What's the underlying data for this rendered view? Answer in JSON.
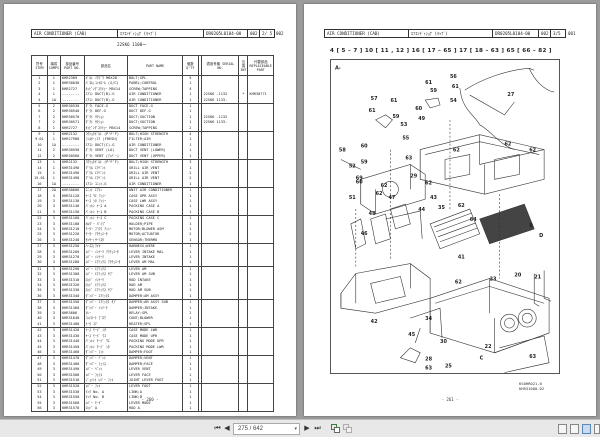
{
  "left_page": {
    "header": {
      "group_name": "AIR CONDITIONER (CAB)",
      "group_name_jp": "ｴｱｺﾝﾃﾞｨｼｮﾅ (ｷｬﾌﾞ)",
      "ref_code": "DR0205L0104-00",
      "sheet": "002",
      "page_of": "2/ 5",
      "extra": "002"
    },
    "serial_note": "22SK6 1100～",
    "columns": [
      "符号 ITEM",
      "構成 COMPS",
      "部品番号 PART NO.",
      "部品名",
      "PART NAME",
      "個数 Q'TY",
      "",
      "適用号機 SERIAL NO.",
      "互換 INT",
      "代替部品 REPLACEABLE PART"
    ],
    "rows": [
      {
        "item": "1",
        "comp": "1",
        "part_no": "KHR2309",
        "jp": "ﾎﾞﾙﾄ ｿｳｺﾞｳ M6X20",
        "name": "BOLT;SPL",
        "qty": "5",
        "serial": "",
        "mark": "",
        "repl": "",
        "sep": false
      },
      {
        "item": "2",
        "comp": "1",
        "part_no": "KHR30030",
        "jp": "ﾊﾟﾈﾙ;ｺﾝﾄﾛｰﾙ (S/C)",
        "name": "PANEL;CONTROL",
        "qty": "1",
        "serial": "",
        "mark": "",
        "repl": "",
        "sep": false
      },
      {
        "item": "3",
        "comp": "1",
        "part_no": "KHR2727",
        "jp": "ﾀｯﾋﾟﾝｸﾞｽｸﾘｭｰ M5X14",
        "name": "SCREW;TAPPING",
        "qty": "4",
        "serial": "",
        "mark": "",
        "repl": "",
        "sep": false
      },
      {
        "item": "4",
        "comp": "1",
        "part_no": "--------",
        "jp": "ｴｱｺﾝ DUCT(B)-G",
        "name": "AIR CONDITIONER",
        "qty": "1",
        "serial": "22SK6    -1132",
        "mark": "*",
        "repl": "KHR30771",
        "sep": false
      },
      {
        "item": "4",
        "comp": "1A",
        "part_no": "--------",
        "jp": "ｴｱｺﾝ DUCT(B)-G",
        "name": "AIR CONDITIONER",
        "qty": "1",
        "serial": "22SK6 1133-",
        "mark": "",
        "repl": "",
        "sep": false
      },
      {
        "item": "5",
        "comp": "2",
        "part_no": "KHR30530",
        "jp": "ﾀﾞｸﾄ FACE-G",
        "name": "DUCT FACE-G",
        "qty": "1",
        "serial": "",
        "mark": "",
        "repl": "",
        "sep": true
      },
      {
        "item": "6",
        "comp": "2",
        "part_no": "KHR30540",
        "jp": "ﾀﾞｸﾄ DEF-G",
        "name": "DUCT DEF-G",
        "qty": "1",
        "serial": "",
        "mark": "",
        "repl": "",
        "sep": false
      },
      {
        "item": "7",
        "comp": "2",
        "part_no": "KHR30570",
        "jp": "ﾀﾞｸﾄ ｻｸｼｮﾝ",
        "name": "DUCT;SUCTION",
        "qty": "1",
        "serial": "22SK6    -1132",
        "mark": "",
        "repl": "",
        "sep": false
      },
      {
        "item": "7",
        "comp": "2",
        "part_no": "KHR30571",
        "jp": "ﾀﾞｸﾄ ｻｸｼｮﾝ",
        "name": "DUCT;SUCTION",
        "qty": "1",
        "serial": "22SK6 1133-",
        "mark": "",
        "repl": "",
        "sep": false
      },
      {
        "item": "8",
        "comp": "1",
        "part_no": "KHR2727",
        "jp": "ﾀｯﾋﾟﾝｸﾞｽｸﾘｭｰ M5X14",
        "name": "SCREW;TAPPING",
        "qty": "2",
        "serial": "",
        "mark": "",
        "repl": "",
        "sep": false
      },
      {
        "item": "9",
        "comp": "1",
        "part_no": "KHR2132",
        "jp": "ｺｳﾘｮｸﾎﾞﾙﾄ (P'F'F)",
        "name": "BOLT;HIGH STRENGTH",
        "qty": "4",
        "serial": "",
        "mark": "",
        "repl": "",
        "sep": true
      },
      {
        "item": "9.01",
        "comp": "1",
        "part_no": "KHR27980",
        "jp": "ﾌｨﾙﾀｰ;ｴｱ (FRESH)",
        "name": "FILTER;AIR",
        "qty": "1",
        "serial": "",
        "mark": "",
        "repl": "",
        "sep": false
      },
      {
        "item": "10",
        "comp": "1A",
        "part_no": "--------",
        "jp": "ｴｱｺﾝ DUCT(C)-G",
        "name": "AIR CONDITIONER",
        "qty": "1",
        "serial": "",
        "mark": "",
        "repl": "",
        "sep": false
      },
      {
        "item": "11",
        "comp": "2",
        "part_no": "KHR30550",
        "jp": "ﾀﾞｸﾄ VENT (LO)",
        "name": "DUCT VENT (LOWER)",
        "qty": "1",
        "serial": "",
        "mark": "",
        "repl": "",
        "sep": false
      },
      {
        "item": "12",
        "comp": "2",
        "part_no": "KHR30560",
        "jp": "ﾀﾞｸﾄ VENT (ｱｯﾊﾟｰ)",
        "name": "DUCT VENT (UPPER)",
        "qty": "1",
        "serial": "",
        "mark": "",
        "repl": "",
        "sep": false
      },
      {
        "item": "13",
        "comp": "1",
        "part_no": "KHR2132",
        "jp": "ｺｳﾘｮｸﾎﾞﾙﾄ (P'F'F)",
        "name": "BOLT;HIGH STRENGTH",
        "qty": "3",
        "serial": "",
        "mark": "",
        "repl": "",
        "sep": true
      },
      {
        "item": "14",
        "comp": "1",
        "part_no": "KHR31490",
        "jp": "ｸﾞﾘﾙ ｴｱﾍﾞﾝﾄ",
        "name": "GRILL AIR VENT",
        "qty": "1",
        "serial": "",
        "mark": "",
        "repl": "",
        "sep": false
      },
      {
        "item": "15",
        "comp": "1",
        "part_no": "KHR31490",
        "jp": "ｸﾞﾘﾙ ｴｱﾍﾞﾝﾄ",
        "name": "GRILL AIR VENT",
        "qty": "2",
        "serial": "",
        "mark": "",
        "repl": "",
        "sep": false
      },
      {
        "item": "15.01",
        "comp": "1",
        "part_no": "KHR31490",
        "jp": "ｸﾞﾘﾙ ｴｱﾍﾞﾝﾄ",
        "name": "GRILL AIR VENT",
        "qty": "2",
        "serial": "",
        "mark": "",
        "repl": "",
        "sep": false
      },
      {
        "item": "16",
        "comp": "1A",
        "part_no": "--------",
        "jp": "ｴｱｺﾝ ﾕﾆｯﾄ-G",
        "name": "AIR CONDITIONER",
        "qty": "1",
        "serial": "",
        "mark": "",
        "repl": "",
        "sep": false
      },
      {
        "item": "17",
        "comp": "2A",
        "part_no": "KHR30600",
        "jp": "ﾕﾆｯﾄ ｴｱｺﾝ",
        "name": "UNIT AIR CONDITIONER",
        "qty": "1",
        "serial": "",
        "mark": "",
        "repl": "",
        "sep": true
      },
      {
        "item": "18",
        "comp": "3",
        "part_no": "KHR31120",
        "jp": "ｹｰｽ ｳｴ ｱｯｼｰ",
        "name": "CASE UPR ASSY",
        "qty": "1",
        "serial": "",
        "mark": "",
        "repl": "",
        "sep": false
      },
      {
        "item": "19",
        "comp": "3",
        "part_no": "KHR31130",
        "jp": "ｹｰｽ ｼﾀ ｱｯｼｰ",
        "name": "CASE LWR ASSY",
        "qty": "1",
        "serial": "",
        "mark": "",
        "repl": "",
        "sep": false
      },
      {
        "item": "20",
        "comp": "3",
        "part_no": "KHR31140",
        "jp": "ﾊﾟｯｷﾝ ｹｰｽ A",
        "name": "PACKING CASE A",
        "qty": "1",
        "serial": "",
        "mark": "",
        "repl": "",
        "sep": false
      },
      {
        "item": "21",
        "comp": "3",
        "part_no": "KHR31150",
        "jp": "ﾊﾟｯｷﾝ ｹｰｽ B",
        "name": "PACKING CASE B",
        "qty": "1",
        "serial": "",
        "mark": "",
        "repl": "",
        "sep": false
      },
      {
        "item": "22",
        "comp": "3",
        "part_no": "KHR31160",
        "jp": "ﾊﾟｯｷﾝ ｹｰｽ C",
        "name": "PACKING CASE C",
        "qty": "1",
        "serial": "",
        "mark": "",
        "repl": "",
        "sep": true
      },
      {
        "item": "23",
        "comp": "3",
        "part_no": "KHR31180",
        "jp": "ﾎﾙﾀﾞｰ ﾊﾟｲﾌﾟ",
        "name": "HOLDER;PIPE",
        "qty": "1",
        "serial": "",
        "mark": "",
        "repl": "",
        "sep": false
      },
      {
        "item": "24",
        "comp": "3",
        "part_no": "KHR31210",
        "jp": "ﾓｰﾀｰ ﾌﾞﾛﾜ ｱｯｼｰ",
        "name": "MOTOR;BLOWER ASM",
        "qty": "1",
        "serial": "",
        "mark": "",
        "repl": "",
        "sep": false
      },
      {
        "item": "25",
        "comp": "3",
        "part_no": "KHR31220",
        "jp": "ﾓｰﾀｰ ｱｸﾁｭｴｰﾀ",
        "name": "MOTOR;ACTUATOR",
        "qty": "2",
        "serial": "",
        "mark": "",
        "repl": "",
        "sep": false
      },
      {
        "item": "26",
        "comp": "3",
        "part_no": "KHR31240",
        "jp": "ｾﾝｻｰ;ｻｰﾐｽﾀ",
        "name": "SENSOR;THERMO",
        "qty": "1",
        "serial": "",
        "mark": "",
        "repl": "",
        "sep": false
      },
      {
        "item": "27",
        "comp": "3",
        "part_no": "KHR31250",
        "jp": "ﾊｰﾈｽ;ﾜｲﾔ",
        "name": "HARNESS;WIRE",
        "qty": "1",
        "serial": "",
        "mark": "",
        "repl": "",
        "sep": true
      },
      {
        "item": "28",
        "comp": "3",
        "part_no": "KHR31260",
        "jp": "ﾚﾊﾞｰ ｲﾝﾃｰｸ ｱｸﾁｭｴｰﾀ",
        "name": "LEVER INTAKE  MAL",
        "qty": "1",
        "serial": "",
        "mark": "",
        "repl": "",
        "sep": false
      },
      {
        "item": "29",
        "comp": "3",
        "part_no": "KHR31270",
        "jp": "ﾚﾊﾞｰ ｲﾝﾃｰｸ",
        "name": "LEVER INTAKE",
        "qty": "1",
        "serial": "",
        "mark": "",
        "repl": "",
        "sep": false
      },
      {
        "item": "30",
        "comp": "3",
        "part_no": "KHR31280",
        "jp": "ﾚﾊﾞｰ ｴｱﾐｯｸｽ ｱｸﾁｭｴｰﾀ",
        "name": "LEVER AM  MAL",
        "qty": "1",
        "serial": "",
        "mark": "",
        "repl": "",
        "sep": false
      },
      {
        "item": "31",
        "comp": "3",
        "part_no": "KHR31290",
        "jp": "ﾚﾊﾞｰ ｴｱﾐｯｸｽ",
        "name": "LEVER AM",
        "qty": "1",
        "serial": "",
        "mark": "",
        "repl": "",
        "sep": true
      },
      {
        "item": "32",
        "comp": "3",
        "part_no": "KHR31300",
        "jp": "ﾚﾊﾞｰ ｴｱﾐｯｸｽ ｻﾌﾞ",
        "name": "LEVER AM SUB",
        "qty": "1",
        "serial": "",
        "mark": "",
        "repl": "",
        "sep": false
      },
      {
        "item": "33",
        "comp": "3",
        "part_no": "KHR31310",
        "jp": "ﾛｯﾄﾞ ｲﾝﾃｰｸ",
        "name": "ROD INTAKE",
        "qty": "1",
        "serial": "",
        "mark": "",
        "repl": "",
        "sep": false
      },
      {
        "item": "34",
        "comp": "3",
        "part_no": "KHR31320",
        "jp": "ﾛｯﾄﾞ ｴｱﾐｯｸｽ",
        "name": "ROD AM",
        "qty": "1",
        "serial": "",
        "mark": "",
        "repl": "",
        "sep": false
      },
      {
        "item": "35",
        "comp": "3",
        "part_no": "KHR31330",
        "jp": "ﾛｯﾄﾞ ｴｱﾐｯｸｽ ｻﾌﾞ",
        "name": "ROD AM SUB",
        "qty": "1",
        "serial": "",
        "mark": "",
        "repl": "",
        "sep": false
      },
      {
        "item": "36",
        "comp": "3",
        "part_no": "KHR31340",
        "jp": "ﾀﾞﾝﾊﾟｰ ｴｱﾐｯｸｽ",
        "name": "DAMPER;AM ASSY",
        "qty": "1",
        "serial": "",
        "mark": "",
        "repl": "",
        "sep": false
      },
      {
        "item": "37",
        "comp": "3",
        "part_no": "KHR31350",
        "jp": "ﾀﾞﾝﾊﾟｰ ｴｱﾐｯｸｽ ｻﾌﾞ",
        "name": "DAMPER;AM ASSY SUB",
        "qty": "1",
        "serial": "",
        "mark": "",
        "repl": "",
        "sep": true
      },
      {
        "item": "38",
        "comp": "3",
        "part_no": "KHR31360",
        "jp": "ﾀﾞﾝﾊﾟｰ ｲﾝﾃｰｸ",
        "name": "DAMPER;INTAKE",
        "qty": "1",
        "serial": "",
        "mark": "",
        "repl": "",
        "sep": false
      },
      {
        "item": "39",
        "comp": "3",
        "part_no": "KHR3606",
        "jp": "ﾘﾚｰ",
        "name": "RELAY;SPL",
        "qty": "2",
        "serial": "",
        "mark": "",
        "repl": "",
        "sep": false
      },
      {
        "item": "40",
        "comp": "3",
        "part_no": "KHR31640",
        "jp": "ｺﾝﾄﾛｰﾗ ﾌﾞﾛﾜ",
        "name": "CONT;BLOWER",
        "qty": "1",
        "serial": "",
        "mark": "",
        "repl": "",
        "sep": false
      },
      {
        "item": "41",
        "comp": "3",
        "part_no": "KHR31400",
        "jp": "ﾋｰﾀ ｺｱ",
        "name": "HEATER;SPL",
        "qty": "1",
        "serial": "",
        "mark": "",
        "repl": "",
        "sep": false
      },
      {
        "item": "42",
        "comp": "3",
        "part_no": "KHR31420",
        "jp": "ｹｰｽ ﾓｰﾄﾞ ｼﾀ",
        "name": "CASE MODE LWR",
        "qty": "1",
        "serial": "",
        "mark": "",
        "repl": "",
        "sep": true
      },
      {
        "item": "43",
        "comp": "3",
        "part_no": "KHR31430",
        "jp": "ｹｰｽ ﾓｰﾄﾞ ｳｴ",
        "name": "CASE MODE UPR",
        "qty": "1",
        "serial": "",
        "mark": "",
        "repl": "",
        "sep": false
      },
      {
        "item": "44",
        "comp": "3",
        "part_no": "KHR31440",
        "jp": "ﾊﾟｯｷﾝ ﾓｰﾄﾞ ｳｴ",
        "name": "PACKING MODE UPR",
        "qty": "1",
        "serial": "",
        "mark": "",
        "repl": "",
        "sep": false
      },
      {
        "item": "45",
        "comp": "3",
        "part_no": "KHR31450",
        "jp": "ﾊﾟｯｷﾝ ﾓｰﾄﾞ ｼﾀ",
        "name": "PACKING MODE LWR",
        "qty": "1",
        "serial": "",
        "mark": "",
        "repl": "",
        "sep": false
      },
      {
        "item": "46",
        "comp": "3",
        "part_no": "KHR31460",
        "jp": "ﾀﾞﾝﾊﾟｰ ﾌｯﾄ",
        "name": "DAMPER;FOOT",
        "qty": "1",
        "serial": "",
        "mark": "",
        "repl": "",
        "sep": false
      },
      {
        "item": "47",
        "comp": "3",
        "part_no": "KHR31470",
        "jp": "ﾀﾞﾝﾊﾟｰ ﾍﾞﾝﾄ",
        "name": "DAMPER;VENT",
        "qty": "1",
        "serial": "",
        "mark": "",
        "repl": "",
        "sep": true
      },
      {
        "item": "48",
        "comp": "3",
        "part_no": "KHR31480",
        "jp": "ﾀﾞﾝﾊﾟｰ ﾌｪｲｽ",
        "name": "DAMPER;FACE",
        "qty": "1",
        "serial": "",
        "mark": "",
        "repl": "",
        "sep": false
      },
      {
        "item": "49",
        "comp": "3",
        "part_no": "KHR31490",
        "jp": "ﾚﾊﾞｰ ﾍﾞﾝﾄ",
        "name": "LEVER VENT",
        "qty": "1",
        "serial": "",
        "mark": "",
        "repl": "",
        "sep": false
      },
      {
        "item": "50",
        "comp": "3",
        "part_no": "KHR31500",
        "jp": "ﾚﾊﾞｰ ﾌｪｲｽ",
        "name": "LEVER FACE",
        "qty": "1",
        "serial": "",
        "mark": "",
        "repl": "",
        "sep": false
      },
      {
        "item": "51",
        "comp": "3",
        "part_no": "KHR31510",
        "jp": "ｼﾞｮｲﾝﾄ ﾚﾊﾞｰ ﾌｯﾄ",
        "name": "JOINT LEVER  FOOT",
        "qty": "1",
        "serial": "",
        "mark": "",
        "repl": "",
        "sep": false
      },
      {
        "item": "52",
        "comp": "3",
        "part_no": "KHR31520",
        "jp": "ﾚﾊﾞｰ ﾌｯﾄ",
        "name": "LEVER  FOOT",
        "qty": "1",
        "serial": "",
        "mark": "",
        "repl": "",
        "sep": true
      },
      {
        "item": "53",
        "comp": "3",
        "part_no": "KHR31530",
        "jp": "ﾘﾝｸ No. A",
        "name": "LINK;A",
        "qty": "1",
        "serial": "",
        "mark": "",
        "repl": "",
        "sep": false
      },
      {
        "item": "54",
        "comp": "3",
        "part_no": "KHR31550",
        "jp": "ﾘﾝｸ No. B",
        "name": "LINK;B",
        "qty": "1",
        "serial": "",
        "mark": "",
        "repl": "",
        "sep": false
      },
      {
        "item": "55",
        "comp": "3",
        "part_no": "KHR31560",
        "jp": "ﾚﾊﾞｰ ﾓｰﾄﾞ",
        "name": "LEVER  MODE",
        "qty": "1",
        "serial": "",
        "mark": "",
        "repl": "",
        "sep": false
      },
      {
        "item": "56",
        "comp": "3",
        "part_no": "KHR31570",
        "jp": "ﾛｯﾄﾞ A",
        "name": "ROD A",
        "qty": "1",
        "serial": "",
        "mark": "",
        "repl": "",
        "sep": false
      }
    ],
    "page_number": "- 260 -"
  },
  "right_page": {
    "header": {
      "group_name": "AIR CONDITIONER (CAB)",
      "group_name_jp": "ｴｱｺﾝﾃﾞｨｼｮﾅ (ｷｬﾌﾞ)",
      "ref_code": "DR0205L0104-00",
      "sheet": "002",
      "page_of": "3/5",
      "extra": "001"
    },
    "groups_line": "4 [ 5 – 7 ]   10 [ 11 , 12 ]   16 [ 17 – 65 ]   17 [ 18 – 63 ]   65 [ 66 – 82 ]",
    "view_label": "A-",
    "callouts": [
      "56",
      "61",
      "61",
      "57",
      "61",
      "59",
      "54",
      "60",
      "49",
      "61",
      "59",
      "53",
      "55",
      "58",
      "60",
      "63",
      "59",
      "52",
      "29",
      "69",
      "62",
      "60",
      "51",
      "62",
      "43",
      "62",
      "27",
      "62",
      "62",
      "62",
      "62",
      "35",
      "64",
      "B",
      "44",
      "47",
      "48",
      "46",
      "41",
      "D",
      "62",
      "23",
      "20",
      "21",
      "42",
      "45",
      "34",
      "30",
      "28",
      "C",
      "22",
      "63",
      "25",
      "63"
    ],
    "figure_code_1": "KS0HR021-0",
    "figure_code_2": "KHR31080-D2",
    "page_number": "- 261 -"
  },
  "toolbar": {
    "first_icon": "first-page-icon",
    "prev_icon": "prev-page-icon",
    "page_field": "275 / 642",
    "next_icon": "next-page-icon",
    "last_icon": "last-page-icon",
    "view_modes": [
      "single-page",
      "continuous",
      "two-page",
      "two-page-continuous"
    ],
    "active_view": "two-page"
  },
  "glyphs": {
    "first": "⏮",
    "prev": "◀",
    "next": "▶",
    "last": "⏭",
    "dropdown": "▾"
  }
}
